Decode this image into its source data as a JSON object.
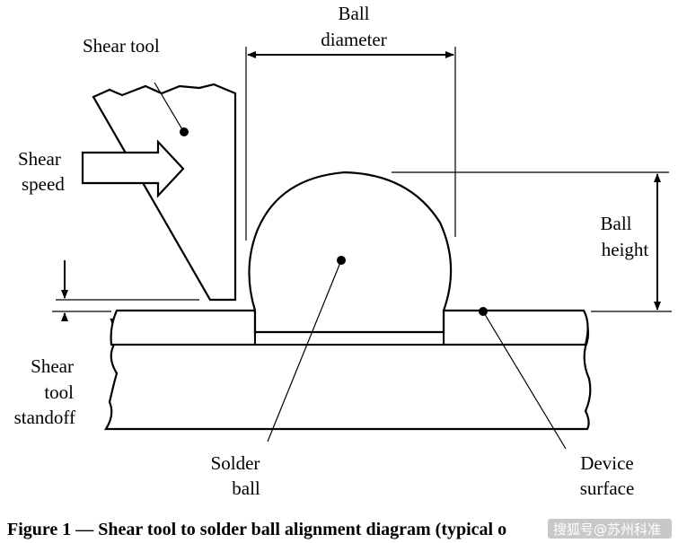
{
  "labels": {
    "shear_tool": "Shear tool",
    "shear_speed": [
      "Shear",
      "speed"
    ],
    "ball_diameter": [
      "Ball",
      "diameter"
    ],
    "ball_height": [
      "Ball",
      "height"
    ],
    "shear_tool_standoff": [
      "Shear",
      "tool",
      "standoff"
    ],
    "solder_ball": [
      "Solder",
      "ball"
    ],
    "device_surface": [
      "Device",
      "surface"
    ]
  },
  "caption": "Figure 1 — Shear tool to solder ball alignment diagram (typical o",
  "watermark": "搜狐号@苏州科准"
}
